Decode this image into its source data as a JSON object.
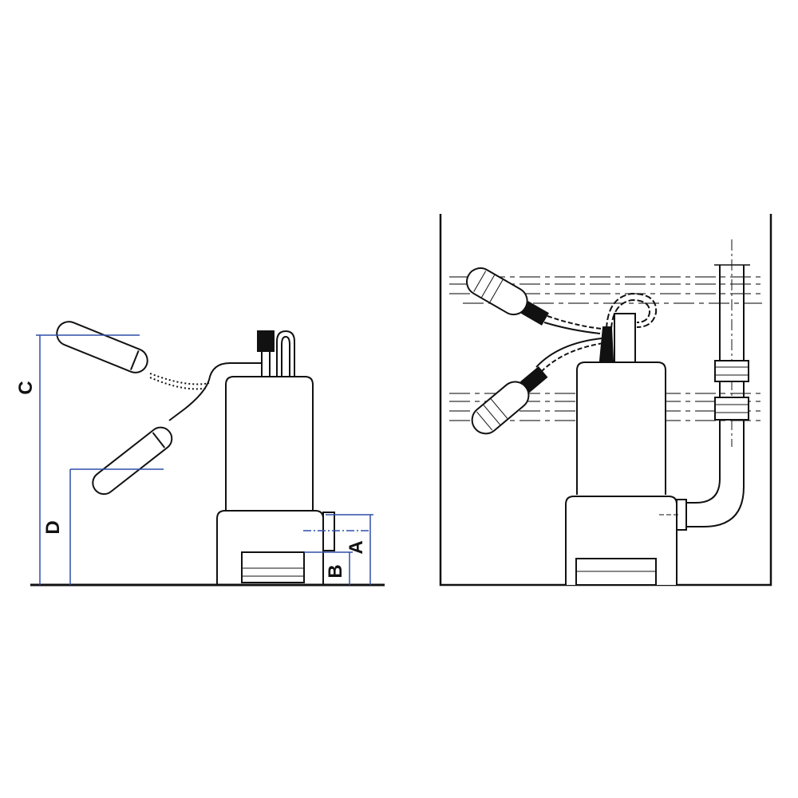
{
  "left_diagram": {
    "labels": {
      "c": "C",
      "d": "D",
      "a": "A",
      "b": "B"
    },
    "colors": {
      "line": "#111111",
      "dimension": "#2e4fa8"
    }
  },
  "right_diagram": {
    "colors": {
      "line": "#111111",
      "water": "#333333"
    }
  }
}
